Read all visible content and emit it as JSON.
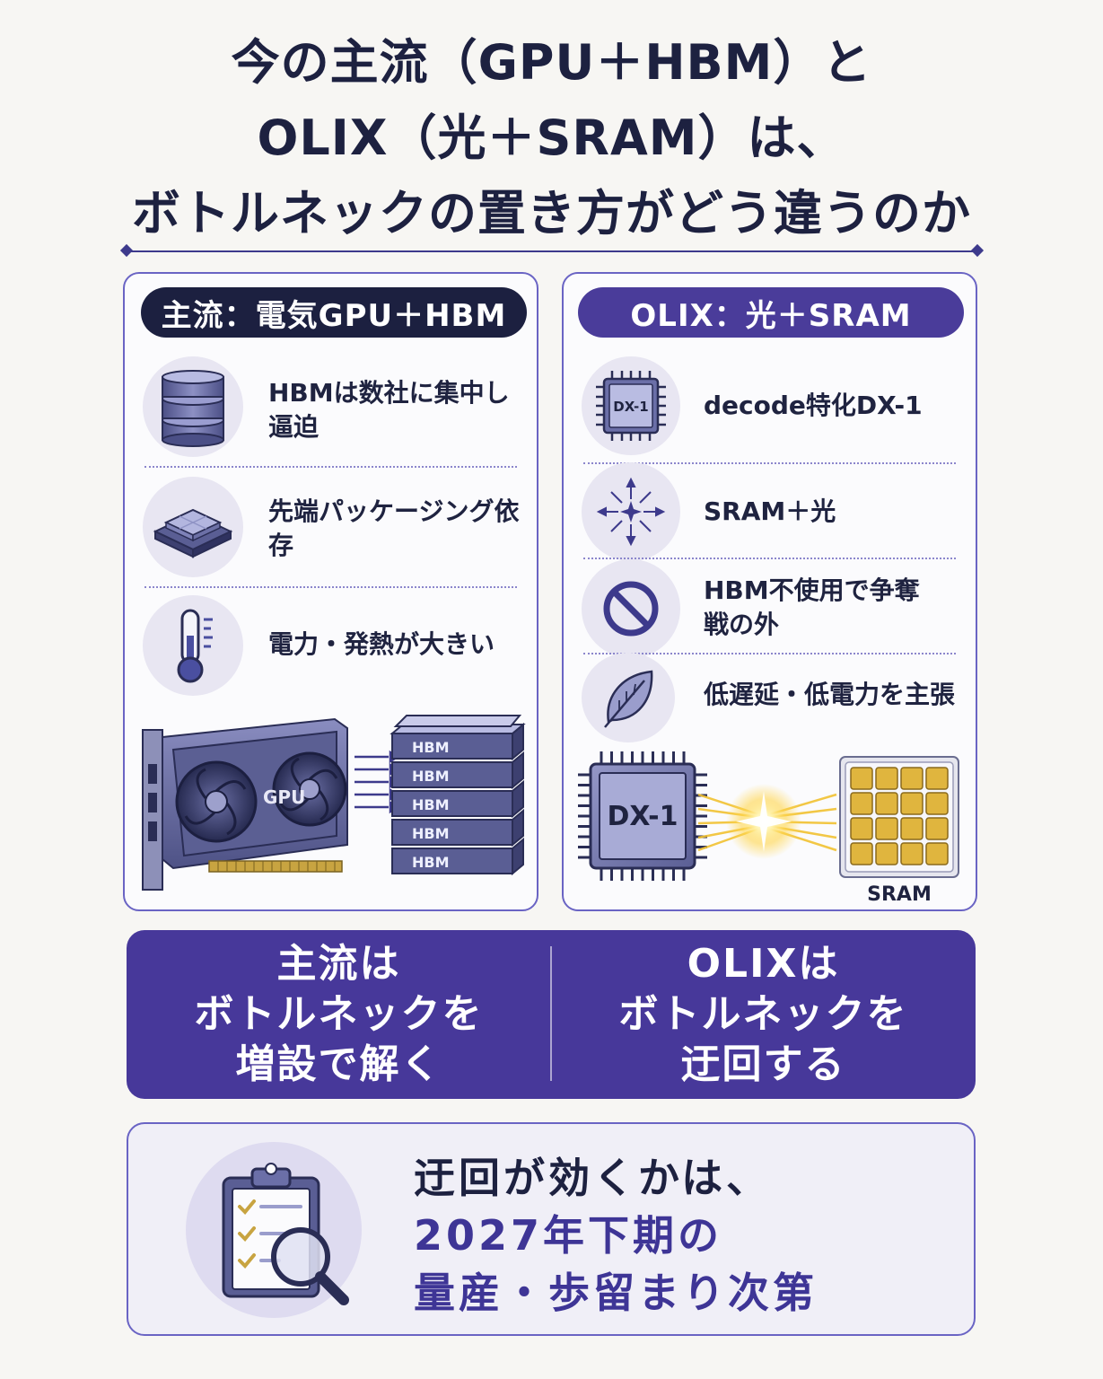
{
  "title": {
    "line1": "今の主流（GPU＋HBM）と",
    "line2": "OLIX（光＋SRAM）は、",
    "line3": "ボトルネックの置き方がどう違うのか"
  },
  "left_panel": {
    "header": "主流：電気GPU＋HBM",
    "items": [
      {
        "label": "HBMは数社に集中し逼迫",
        "icon": "database-stack-icon"
      },
      {
        "label": "先端パッケージング依存",
        "icon": "chip-package-icon"
      },
      {
        "label": "電力・発熱が大きい",
        "icon": "thermometer-icon"
      }
    ],
    "illustration": {
      "gpu_label": "GPU",
      "hbm_labels": [
        "HBM",
        "HBM",
        "HBM",
        "HBM",
        "HBM"
      ]
    }
  },
  "right_panel": {
    "header": "OLIX：光＋SRAM",
    "items": [
      {
        "label": "decode特化DX-1",
        "icon": "chip-icon",
        "icon_text": "DX-1"
      },
      {
        "label": "SRAM＋光",
        "icon": "light-burst-icon"
      },
      {
        "label": "HBM不使用で争奪戦の外",
        "icon": "prohibited-icon"
      },
      {
        "label": "低遅延・低電力を主張",
        "icon": "leaf-icon"
      }
    ],
    "illustration": {
      "chip_label": "DX-1",
      "sram_label": "SRAM"
    }
  },
  "banner": {
    "left_lines": [
      "主流は",
      "ボトルネックを",
      "増設で解く"
    ],
    "right_lines": [
      "OLIXは",
      "ボトルネックを",
      "迂回する"
    ]
  },
  "conclusion": {
    "line1": "迂回が効くかは、",
    "line2": "2027年下期の",
    "line3": "量産・歩留まり次第",
    "icon": "clipboard-magnifier-icon"
  },
  "colors": {
    "navy": "#1c2040",
    "purple": "#47389a",
    "accent_text": "#3e3596",
    "border": "#6a64c4"
  }
}
